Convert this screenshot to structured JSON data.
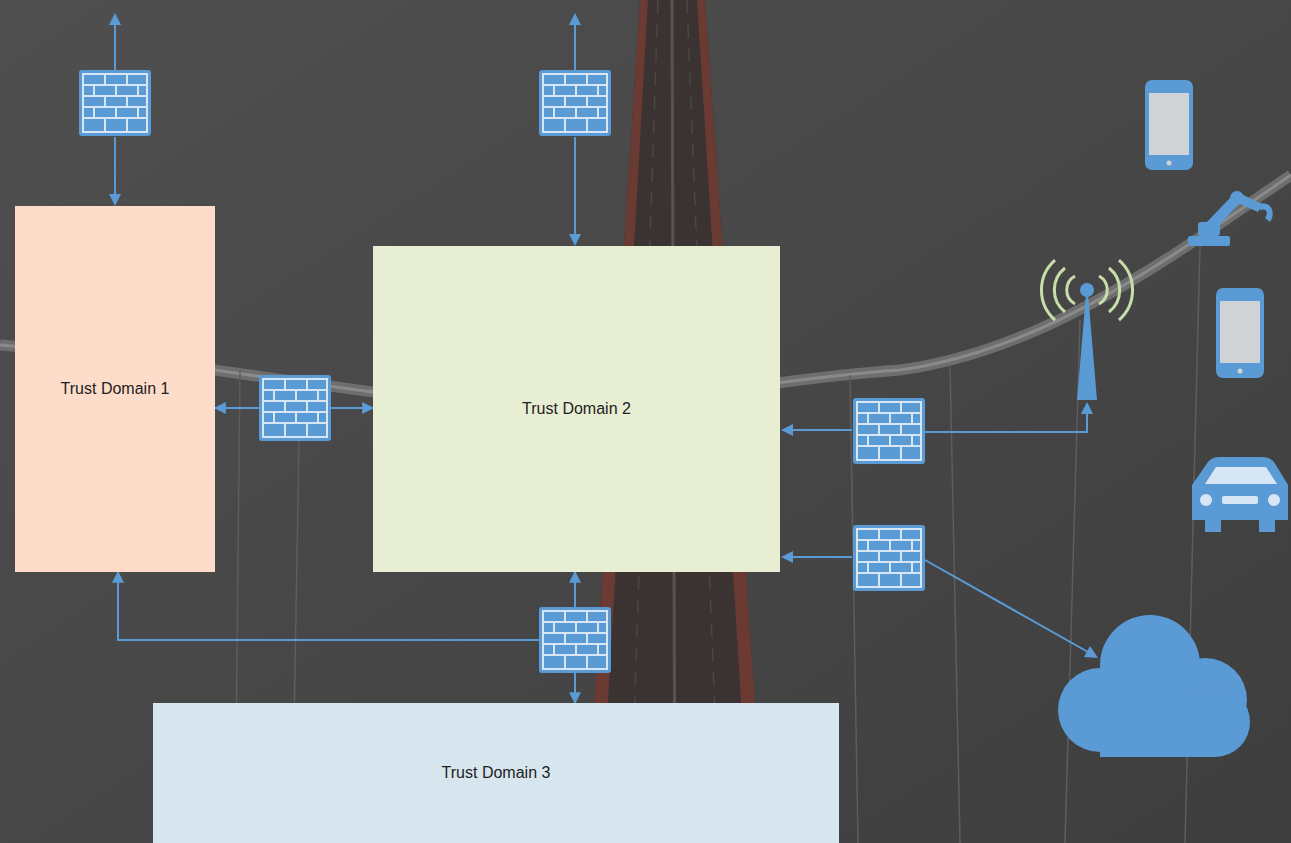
{
  "diagram": {
    "nodes": [
      {
        "text": [
          "Trust Domain 1"
        ]
      },
      {
        "text": [
          "Trust Domain 2"
        ]
      },
      {
        "text": [
          "Trust Domain 3"
        ]
      }
    ],
    "edges": [
      {
        "from": 0,
        "to": 1,
        "arrow": "both"
      },
      {
        "from": 1,
        "to": 2,
        "arrow": "both"
      },
      {
        "from": 2,
        "to": 0,
        "arrow": "to"
      }
    ]
  }
}
